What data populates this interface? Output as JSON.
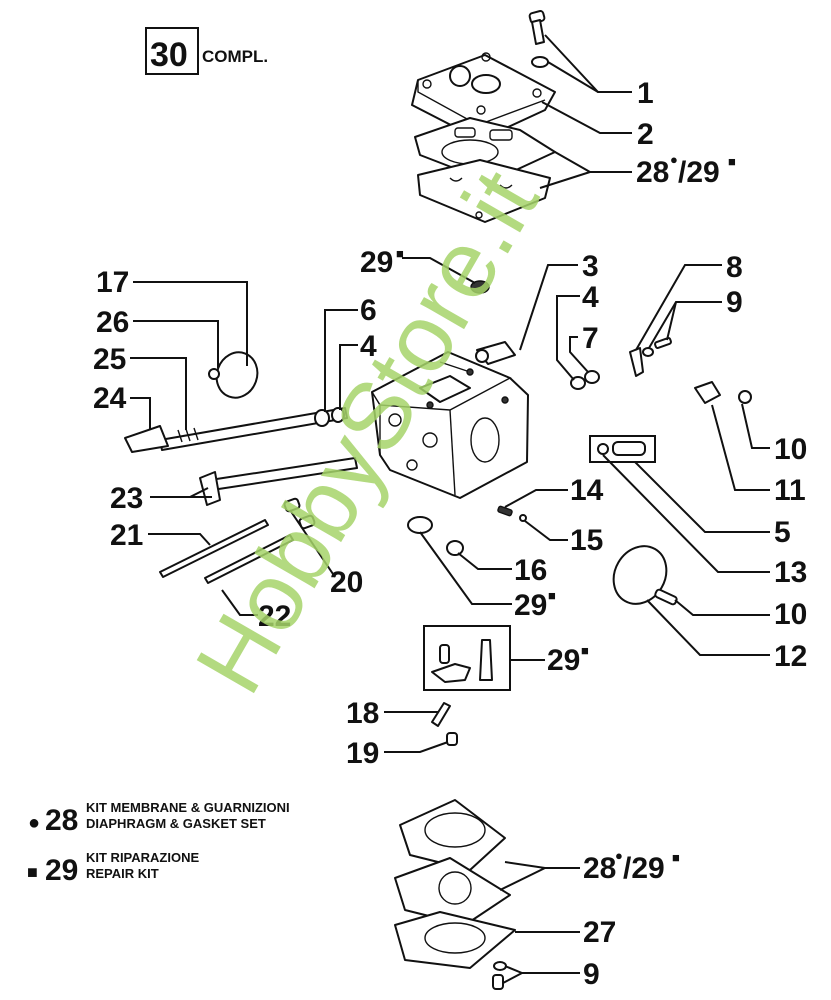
{
  "diagram": {
    "type": "exploded-parts-diagram",
    "subject": "carburetor",
    "assembly": {
      "number": "30",
      "label": "COMPL."
    },
    "watermark": {
      "text": "HobbyStore.it",
      "color": "#a6d46a"
    },
    "legend": [
      {
        "marker": "●",
        "marker_name": "dot",
        "number": "28",
        "line1": "KIT MEMBRANE & GUARNIZIONI",
        "line2": "DIAPHRAGM & GASKET SET"
      },
      {
        "marker": "■",
        "marker_name": "square",
        "number": "29",
        "line1": "KIT RIPARAZIONE",
        "line2": "REPAIR KIT"
      }
    ],
    "callouts": {
      "c1": "1",
      "c2": "2",
      "c28_29_top": "28",
      "c28_29_top_b": "/29",
      "c29_screen": "29",
      "c3": "3",
      "c4_right": "4",
      "c7": "7",
      "c8": "8",
      "c9_top": "9",
      "c17": "17",
      "c26": "26",
      "c6": "6",
      "c4_left": "4",
      "c25": "25",
      "c24": "24",
      "c10_top": "10",
      "c11": "11",
      "c23": "23",
      "c14": "14",
      "c5": "5",
      "c21": "21",
      "c15": "15",
      "c13": "13",
      "c20": "20",
      "c16": "16",
      "c10_bottom": "10",
      "c22": "22",
      "c29_disc": "29",
      "c12": "12",
      "c29_box": "29",
      "c18": "18",
      "c19": "19",
      "c28_29_bottom": "28",
      "c28_29_bottom_b": "/29",
      "c27": "27",
      "c9_bottom": "9"
    },
    "marks": {
      "dot": "●",
      "square": "■"
    }
  }
}
